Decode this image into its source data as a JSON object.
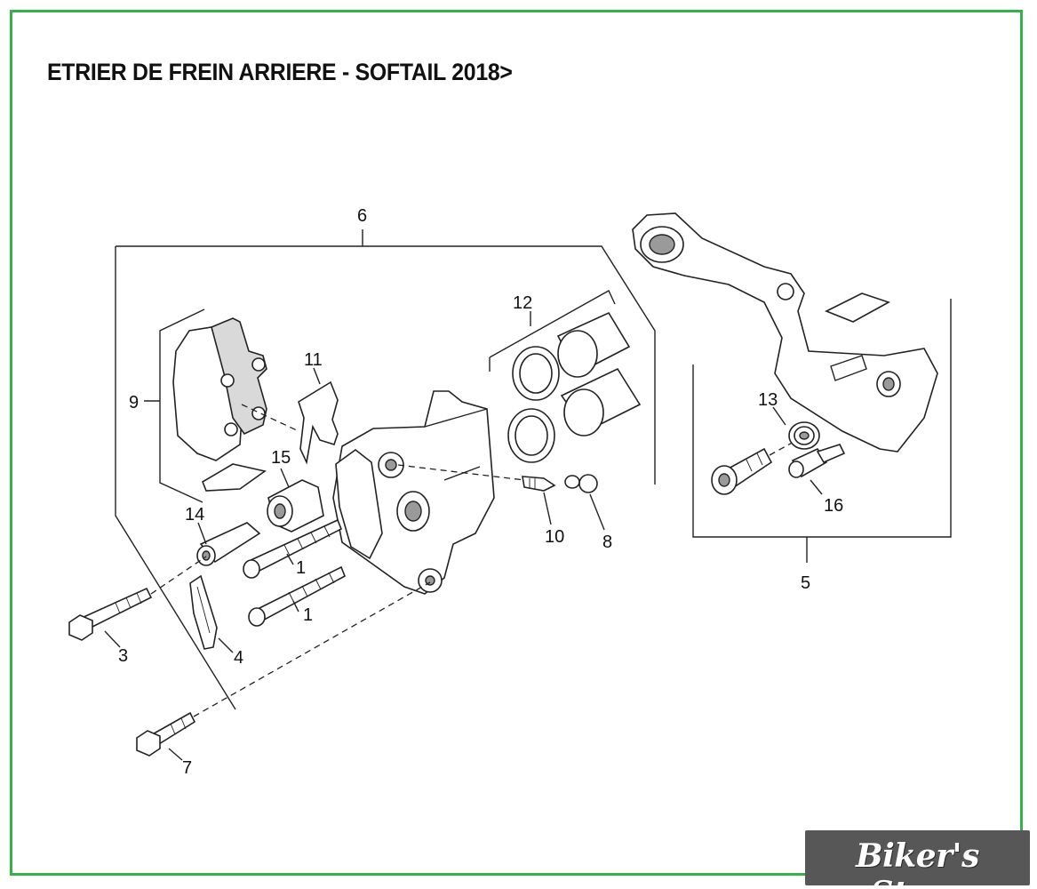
{
  "title": "ETRIER DE FREIN ARRIERE - SOFTAIL 2018>",
  "callouts": {
    "c6": "6",
    "c12": "12",
    "c11": "11",
    "c9": "9",
    "c15": "15",
    "c14": "14",
    "c1a": "1",
    "c1b": "1",
    "c3": "3",
    "c4": "4",
    "c7": "7",
    "c10": "10",
    "c8": "8",
    "c13": "13",
    "c16": "16",
    "c5": "5"
  },
  "watermark": "Biker's Store",
  "colors": {
    "frame": "#33b24a",
    "logo_bg": "#575757",
    "logo_text": "#ffffff"
  }
}
